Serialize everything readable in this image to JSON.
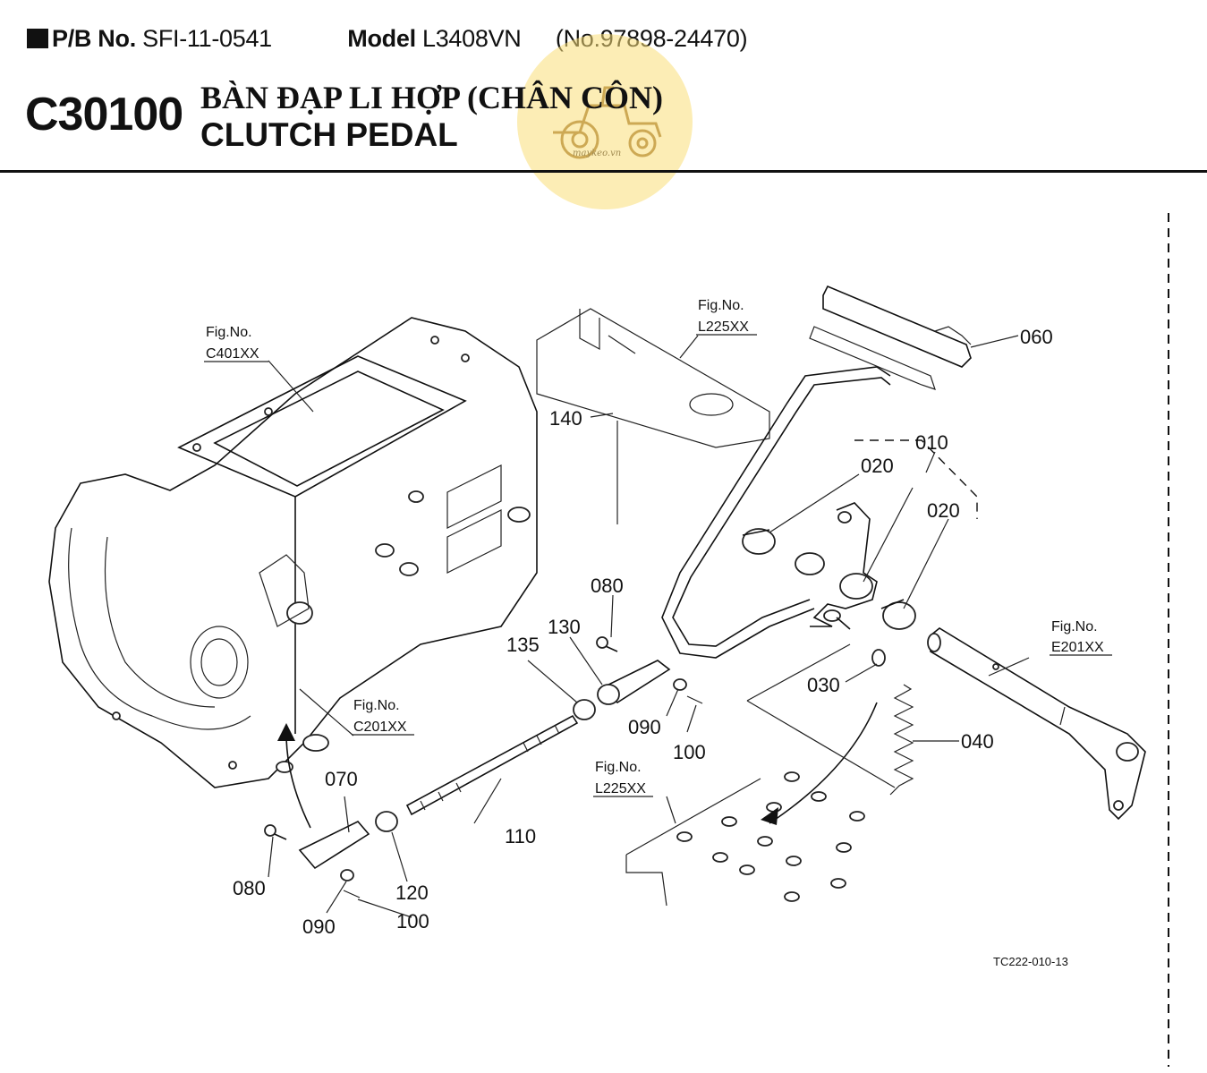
{
  "header": {
    "pb_label": "P/B No.",
    "pb_value": "SFI-11-0541",
    "model_label": "Model",
    "model_value": "L3408VN",
    "model_number": "(No.97898-24470)"
  },
  "title": {
    "code": "C30100",
    "vietnamese": "BÀN ĐẠP LI HỢP (CHÂN CÔN)",
    "english": "CLUTCH PEDAL"
  },
  "watermark": {
    "text": "maykeo.vn"
  },
  "figure_refs": {
    "c401": [
      "Fig.No.",
      "C401XX"
    ],
    "l225_top": [
      "Fig.No.",
      "L225XX"
    ],
    "c201": [
      "Fig.No.",
      "C201XX"
    ],
    "e201": [
      "Fig.No.",
      "E201XX"
    ],
    "l225_bottom": [
      "Fig.No.",
      "L225XX"
    ]
  },
  "part_labels": {
    "p060": "060",
    "p140": "140",
    "p010": "010",
    "p020a": "020",
    "p020b": "020",
    "p080a": "080",
    "p130": "130",
    "p135": "135",
    "p030": "030",
    "p090a": "090",
    "p100a": "100",
    "p040": "040",
    "p070": "070",
    "p110": "110",
    "p080b": "080",
    "p120": "120",
    "p090b": "090",
    "p100b": "100"
  },
  "drawing_code": "TC222-010-13",
  "colors": {
    "watermark": "#fade78",
    "ink": "#111111"
  }
}
